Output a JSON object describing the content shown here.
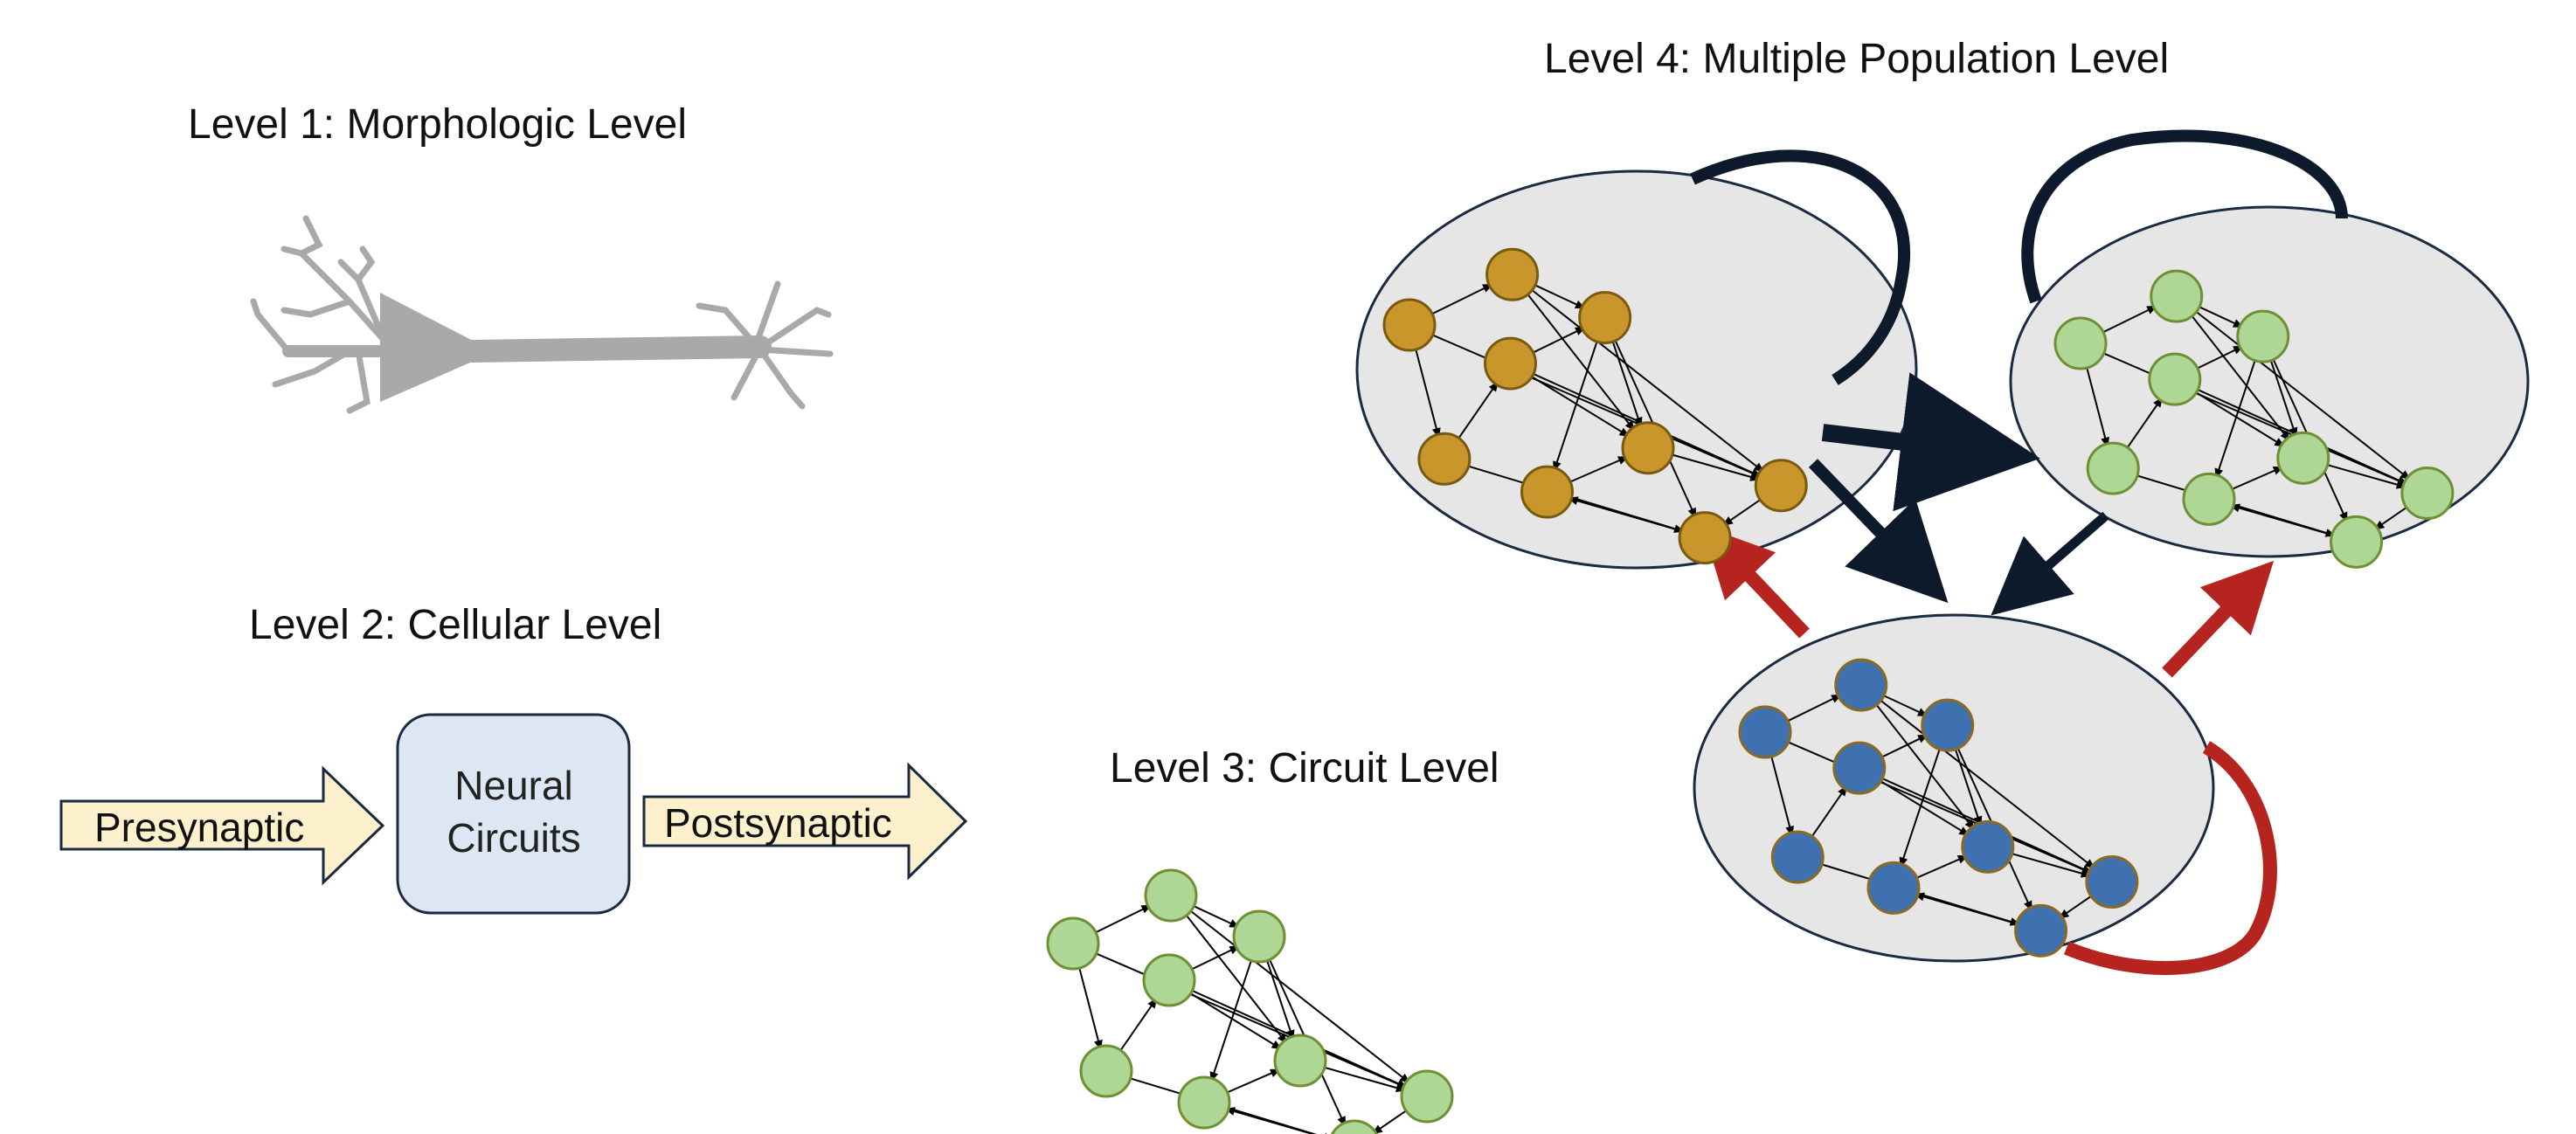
{
  "titles": {
    "level1": "Level 1: Morphologic Level",
    "level2": "Level 2: Cellular Level",
    "level3": "Level 3: Circuit Level",
    "level4": "Level 4: Multiple Population Level"
  },
  "cellular": {
    "pre_label": "Presynaptic",
    "box_line1": "Neural",
    "box_line2": "Circuits",
    "post_label": "Postsynaptic"
  },
  "colors": {
    "neuron_gray": "#a9a9a9",
    "arrow_fill": "#fdf1cd",
    "box_fill": "#dde7f4",
    "population_fill": "#e6e6e6",
    "green_node": "#aed694",
    "green_stroke": "#6f8f33",
    "gold_node": "#c8962a",
    "gold_stroke": "#7a5a10",
    "blue_node": "#3f71b0",
    "blue_stroke": "#8a6a20",
    "dark_arrow": "#0d1a2b",
    "red_arrow": "#b5241e"
  },
  "populations": [
    {
      "id": "gold",
      "color": "gold"
    },
    {
      "id": "green",
      "color": "green"
    },
    {
      "id": "blue",
      "color": "blue"
    }
  ]
}
